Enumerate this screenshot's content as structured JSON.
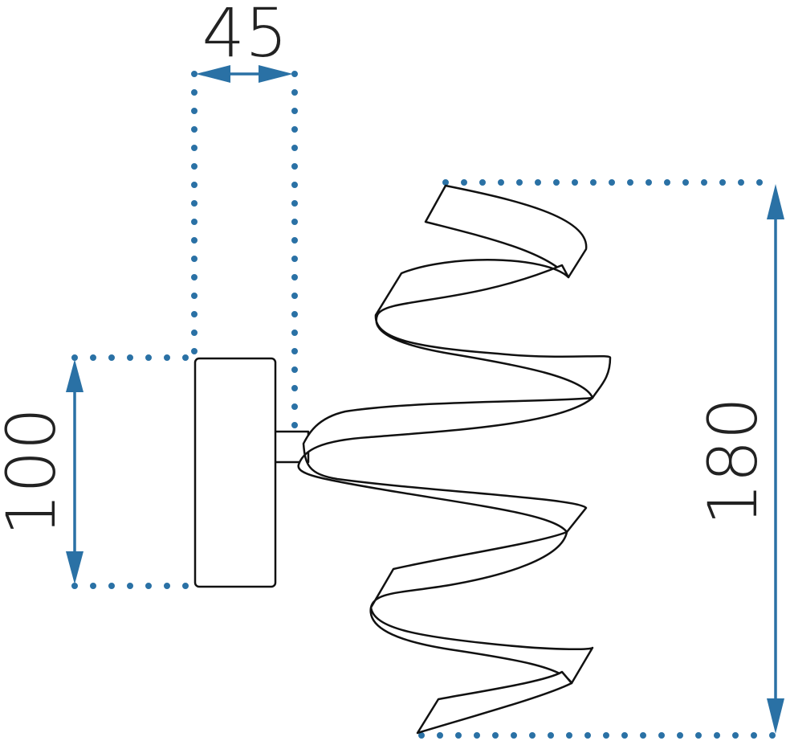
{
  "colors": {
    "dimension": "#2a71a5",
    "outline": "#111111",
    "text": "#222222",
    "background": "#ffffff"
  },
  "dimensions": {
    "depth": {
      "label": "45"
    },
    "base_height": {
      "label": "100"
    },
    "total_height": {
      "label": "180"
    }
  }
}
